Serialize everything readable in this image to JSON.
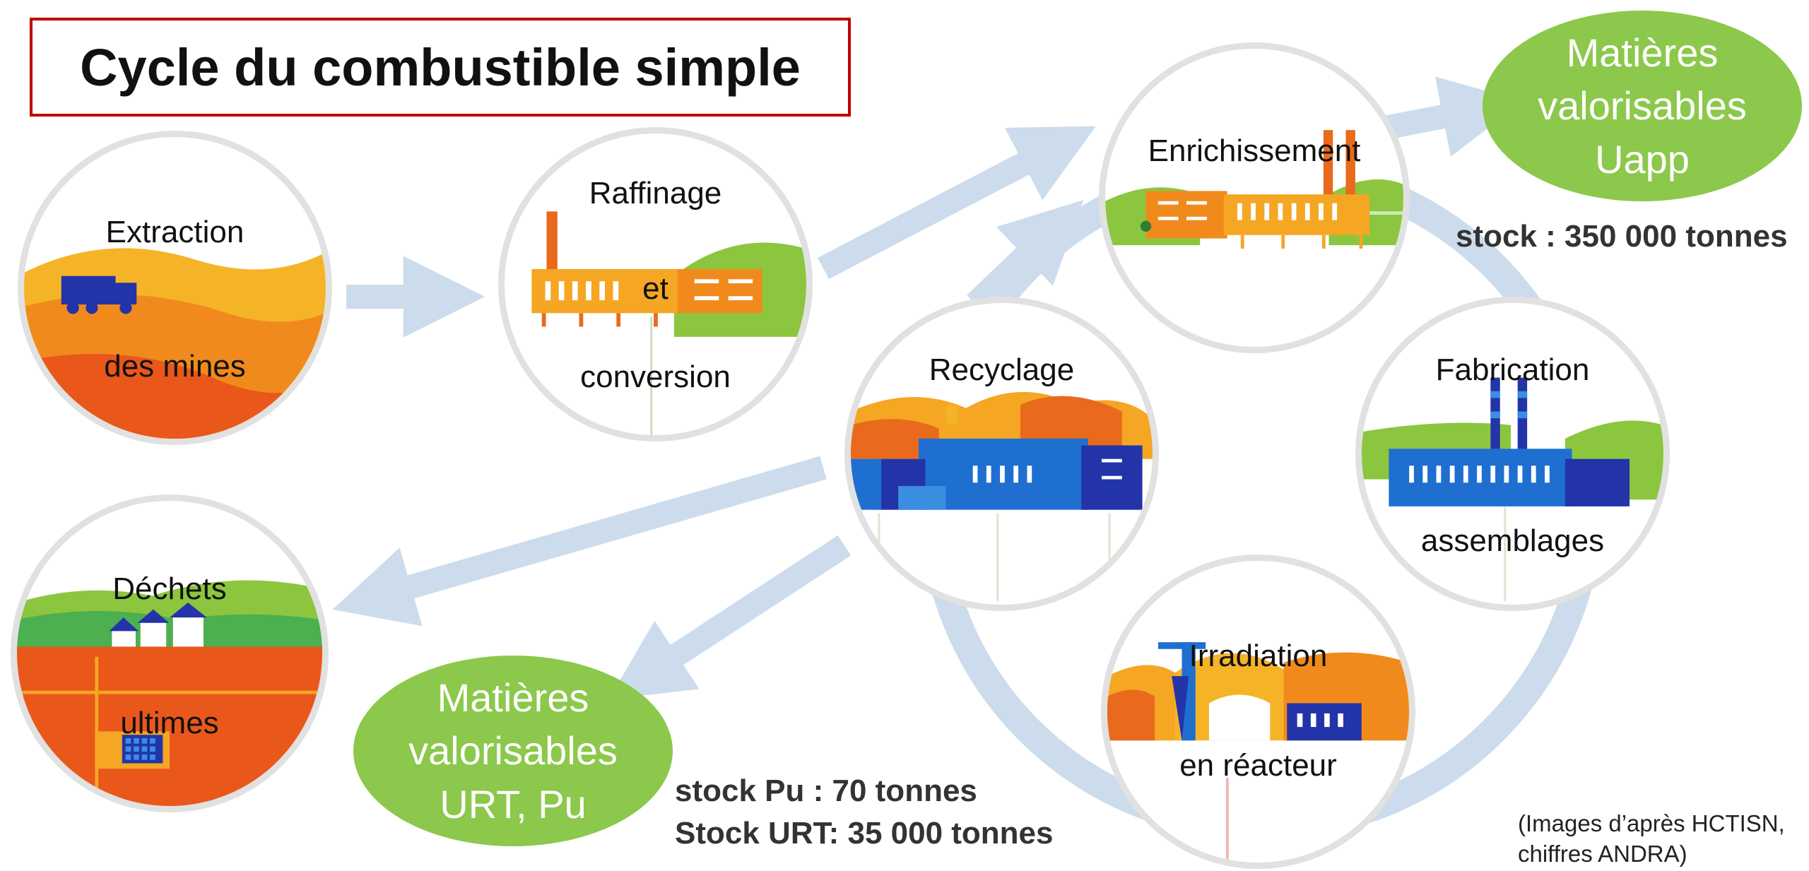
{
  "title": "Cycle du combustible simple",
  "nodes": {
    "extraction": {
      "line1": "Extraction",
      "line2": "des mines"
    },
    "raffinage": {
      "line1": "Raffinage",
      "line2": "et",
      "line3": "conversion"
    },
    "enrichissement": {
      "line1": "Enrichissement"
    },
    "recyclage": {
      "line1": "Recyclage"
    },
    "fabrication": {
      "line1": "Fabrication",
      "line2": "assemblages"
    },
    "irradiation": {
      "line1": "Irradiation",
      "line2": "en réacteur"
    },
    "dechets": {
      "line1": "Déchets",
      "line2": "ultimes"
    }
  },
  "ovals": {
    "uapp": {
      "line1": "Matières",
      "line2": "valorisables",
      "line3": "Uapp"
    },
    "urt_pu": {
      "line1": "Matières",
      "line2": "valorisables",
      "line3": "URT, Pu"
    }
  },
  "stocks": {
    "uapp": "stock : 350 000 tonnes",
    "pu": "stock Pu : 70 tonnes",
    "urt": "Stock URT: 35 000 tonnes"
  },
  "source": {
    "line1": "(Images d’après HCTISN,",
    "line2": "chiffres ANDRA)"
  },
  "colors": {
    "title_border": "#c00000",
    "arrow": "#cddcec",
    "oval": "#8cc84b",
    "node_border": "#e1e1e1"
  }
}
